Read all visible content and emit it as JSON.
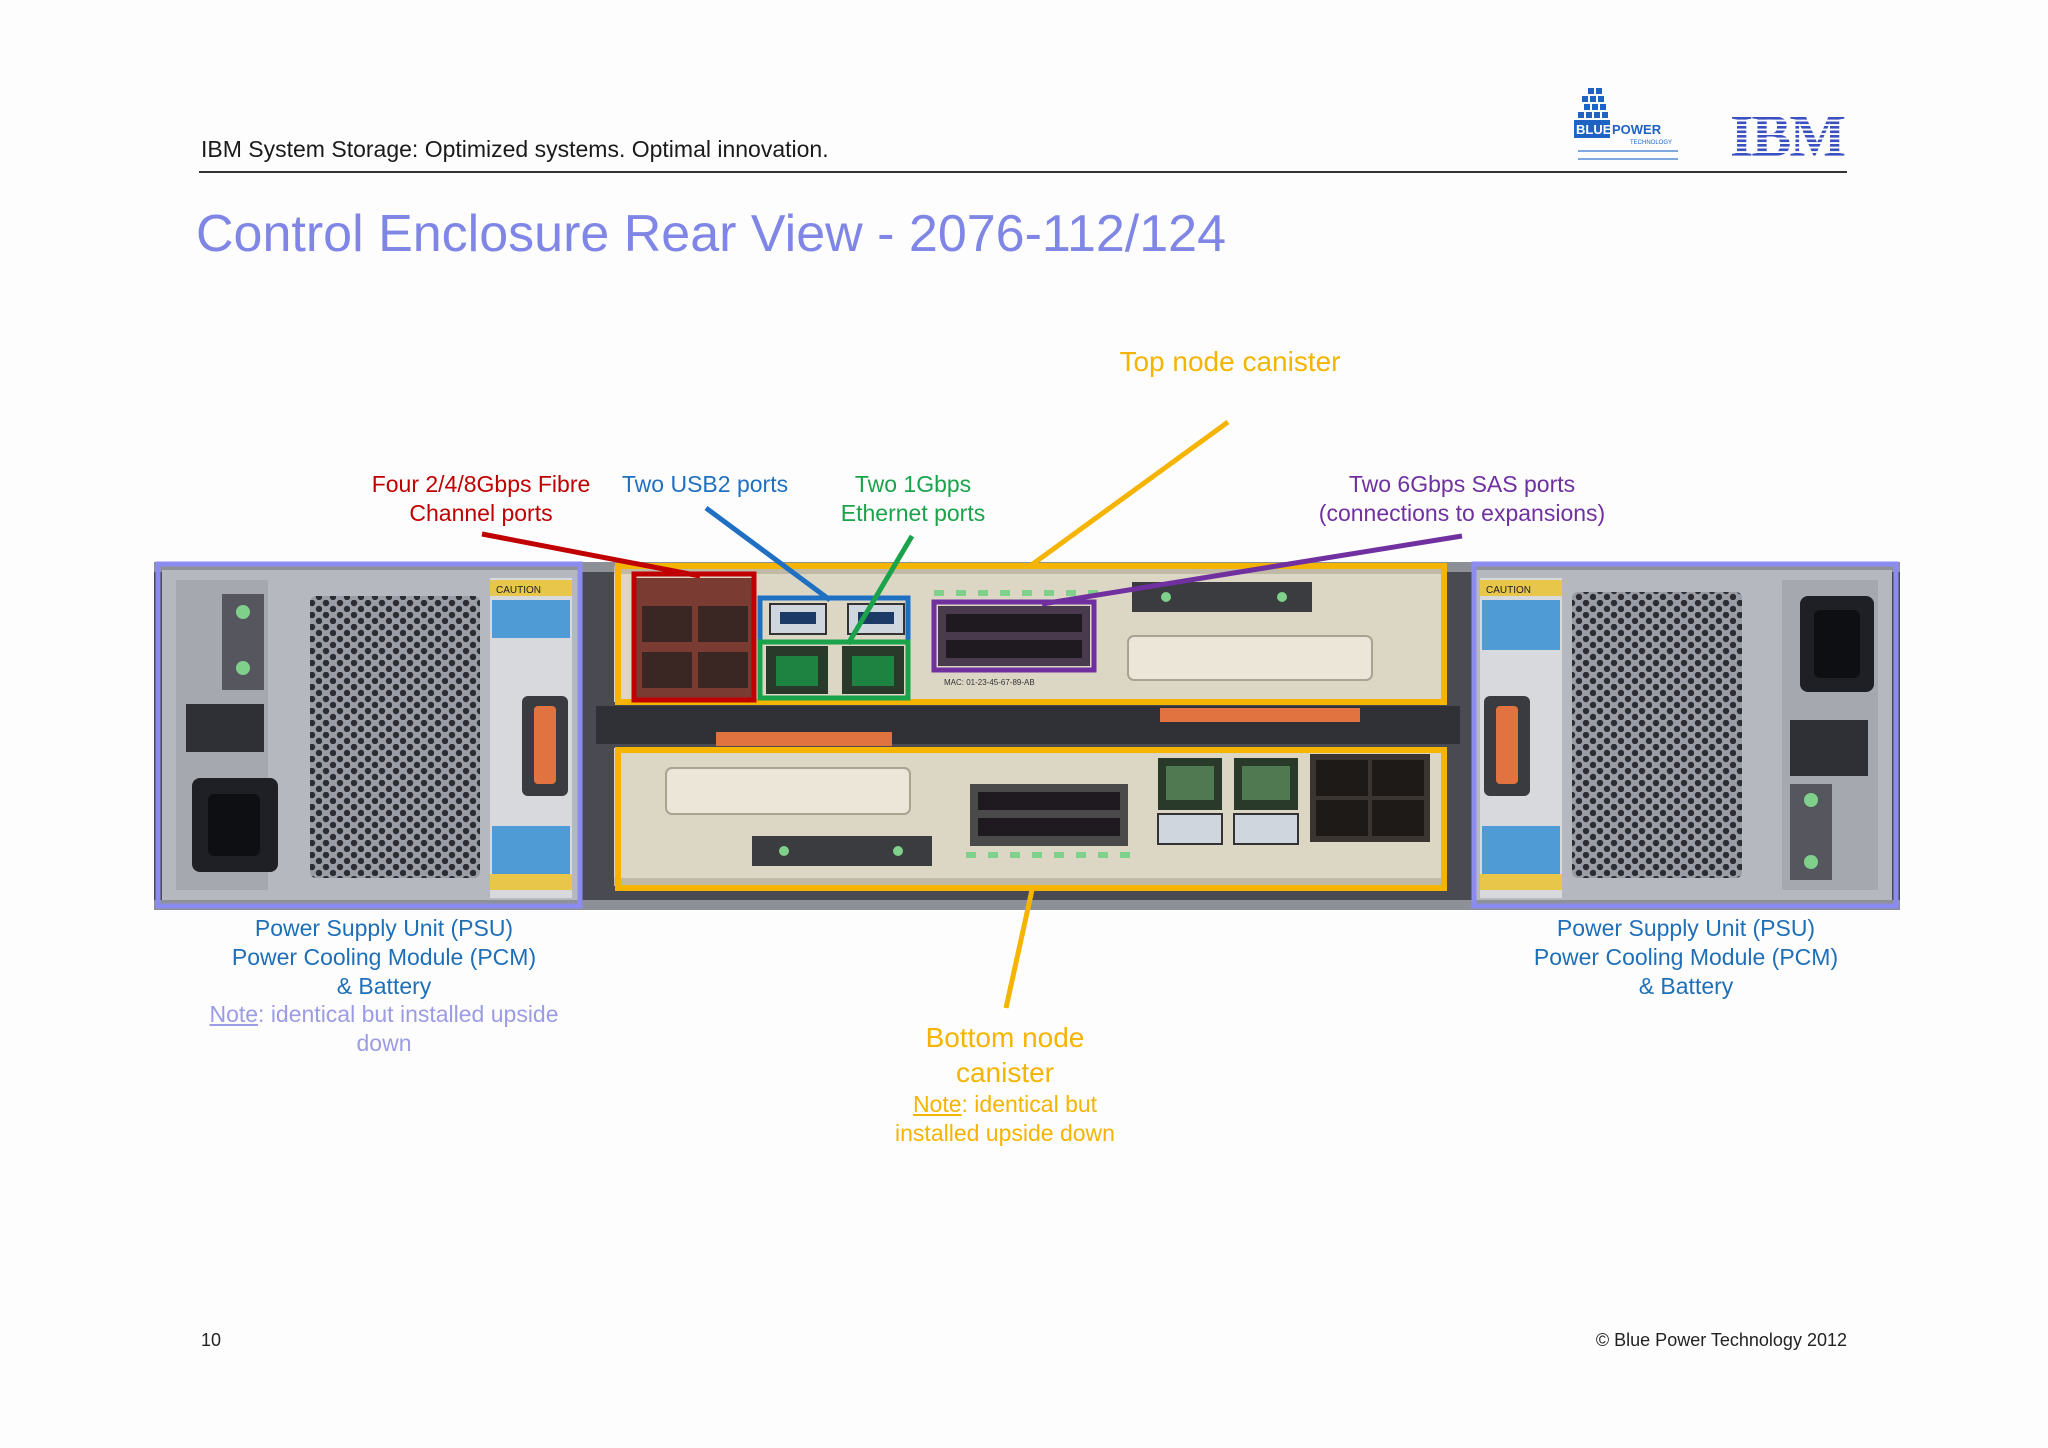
{
  "header": {
    "tagline": "IBM System Storage: Optimized systems. Optimal innovation.",
    "bluepower_logo_text": "BLUEPOWER",
    "bluepower_logo_sub": "TECHNOLOGY",
    "ibm_logo_text": "IBM"
  },
  "title": "Control Enclosure Rear View - 2076-112/124",
  "labels": {
    "top_node": "Top node canister",
    "fibre_channel": [
      "Four 2/4/8Gbps Fibre",
      "Channel ports"
    ],
    "usb": "Two USB2 ports",
    "ethernet": [
      "Two 1Gbps",
      "Ethernet ports"
    ],
    "sas": [
      "Two 6Gbps SAS ports",
      "(connections to expansions)"
    ],
    "psu_left": [
      "Power Supply Unit (PSU)",
      "Power Cooling  Module (PCM)",
      "& Battery"
    ],
    "psu_left_note_key": "Note",
    "psu_left_note_rest": ": identical but installed upside",
    "psu_left_note_line2": "down",
    "psu_right": [
      "Power Supply Unit (PSU)",
      "Power Cooling  Module (PCM)",
      "& Battery"
    ],
    "bottom_node": [
      "Bottom node",
      "canister"
    ],
    "bottom_note_key": "Note",
    "bottom_note_rest": ": identical but",
    "bottom_note_line2": "installed upside down"
  },
  "hardware": {
    "caution": "CAUTION",
    "mac": "MAC: 01-23-45-67-89-AB"
  },
  "footer": {
    "page": "10",
    "copyright": "© Blue Power Technology 2012"
  },
  "colors": {
    "title": "#7f86e6",
    "fibre": "#c00000",
    "usb": "#1f6fc2",
    "ethernet": "#1aa34a",
    "sas": "#7030a0",
    "canister": "#f4b400",
    "psu_text": "#1f6fb8",
    "psu_box": "#8c8cf0",
    "note": "#9b9be6"
  }
}
